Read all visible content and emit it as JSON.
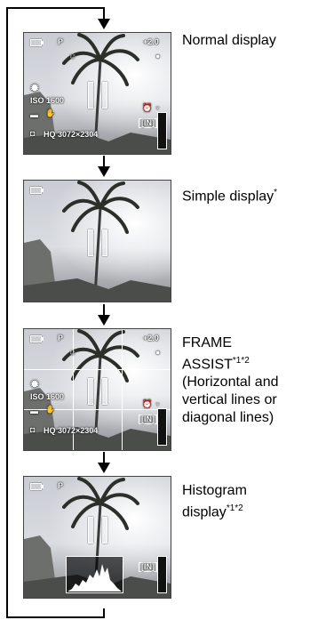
{
  "modes": [
    {
      "id": "normal",
      "label": "Normal display",
      "footnote": "",
      "indicators": {
        "mode": "P",
        "exposure": "+2.0",
        "iso": "ISO 1600",
        "quality": "HQ 3072×2304",
        "frames": "[IN]"
      }
    },
    {
      "id": "simple",
      "label": "Simple display",
      "footnote": "*",
      "indicators": {}
    },
    {
      "id": "frame-assist",
      "label_lines": [
        "FRAME",
        "ASSIST",
        "(Horizontal and",
        "vertical lines or",
        "diagonal lines)"
      ],
      "footnote": "*1*2",
      "indicators": {
        "mode": "P",
        "exposure": "+2.0",
        "iso": "ISO 1600",
        "quality": "HQ 3072×2304",
        "frames": "[IN]"
      }
    },
    {
      "id": "histogram",
      "label_lines": [
        "Histogram",
        "display"
      ],
      "footnote": "*1*2",
      "indicators": {
        "mode": "P",
        "frames": "[IN]"
      }
    }
  ],
  "colors": {
    "line": "#000000",
    "overlay_text": "#ffffff"
  }
}
